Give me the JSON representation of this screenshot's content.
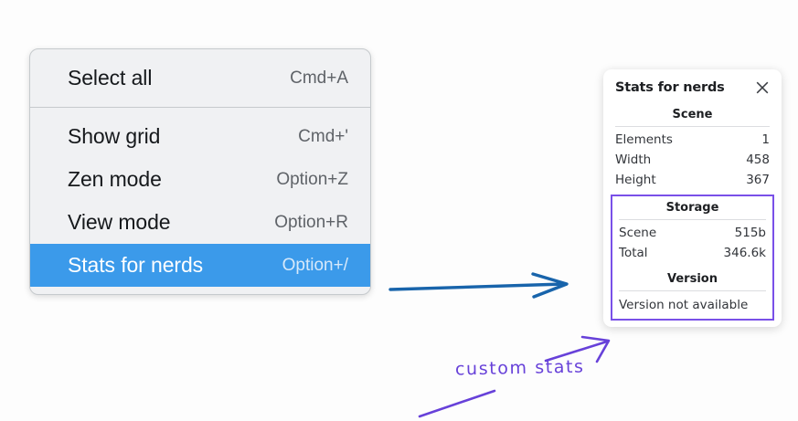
{
  "context_menu": {
    "groups": [
      {
        "items": [
          {
            "label": "Select all",
            "shortcut": "Cmd+A",
            "selected": false
          }
        ]
      },
      {
        "items": [
          {
            "label": "Show grid",
            "shortcut": "Cmd+'",
            "selected": false
          },
          {
            "label": "Zen mode",
            "shortcut": "Option+Z",
            "selected": false
          },
          {
            "label": "View mode",
            "shortcut": "Option+R",
            "selected": false
          },
          {
            "label": "Stats for nerds",
            "shortcut": "Option+/",
            "selected": true
          }
        ]
      }
    ],
    "highlight_color": "#3b9aea"
  },
  "stats_panel": {
    "title": "Stats for nerds",
    "close_icon": "close-icon",
    "scene": {
      "heading": "Scene",
      "rows": [
        {
          "key": "Elements",
          "value": "1"
        },
        {
          "key": "Width",
          "value": "458"
        },
        {
          "key": "Height",
          "value": "367"
        }
      ]
    },
    "storage": {
      "heading": "Storage",
      "rows": [
        {
          "key": "Scene",
          "value": "515b"
        },
        {
          "key": "Total",
          "value": "346.6k"
        }
      ]
    },
    "version": {
      "heading": "Version",
      "text": "Version not available"
    },
    "highlight_border_color": "#7950e8"
  },
  "annotations": {
    "label": "custom stats",
    "blue_arrow_color": "#1864ab",
    "purple_color": "#6741d9"
  }
}
